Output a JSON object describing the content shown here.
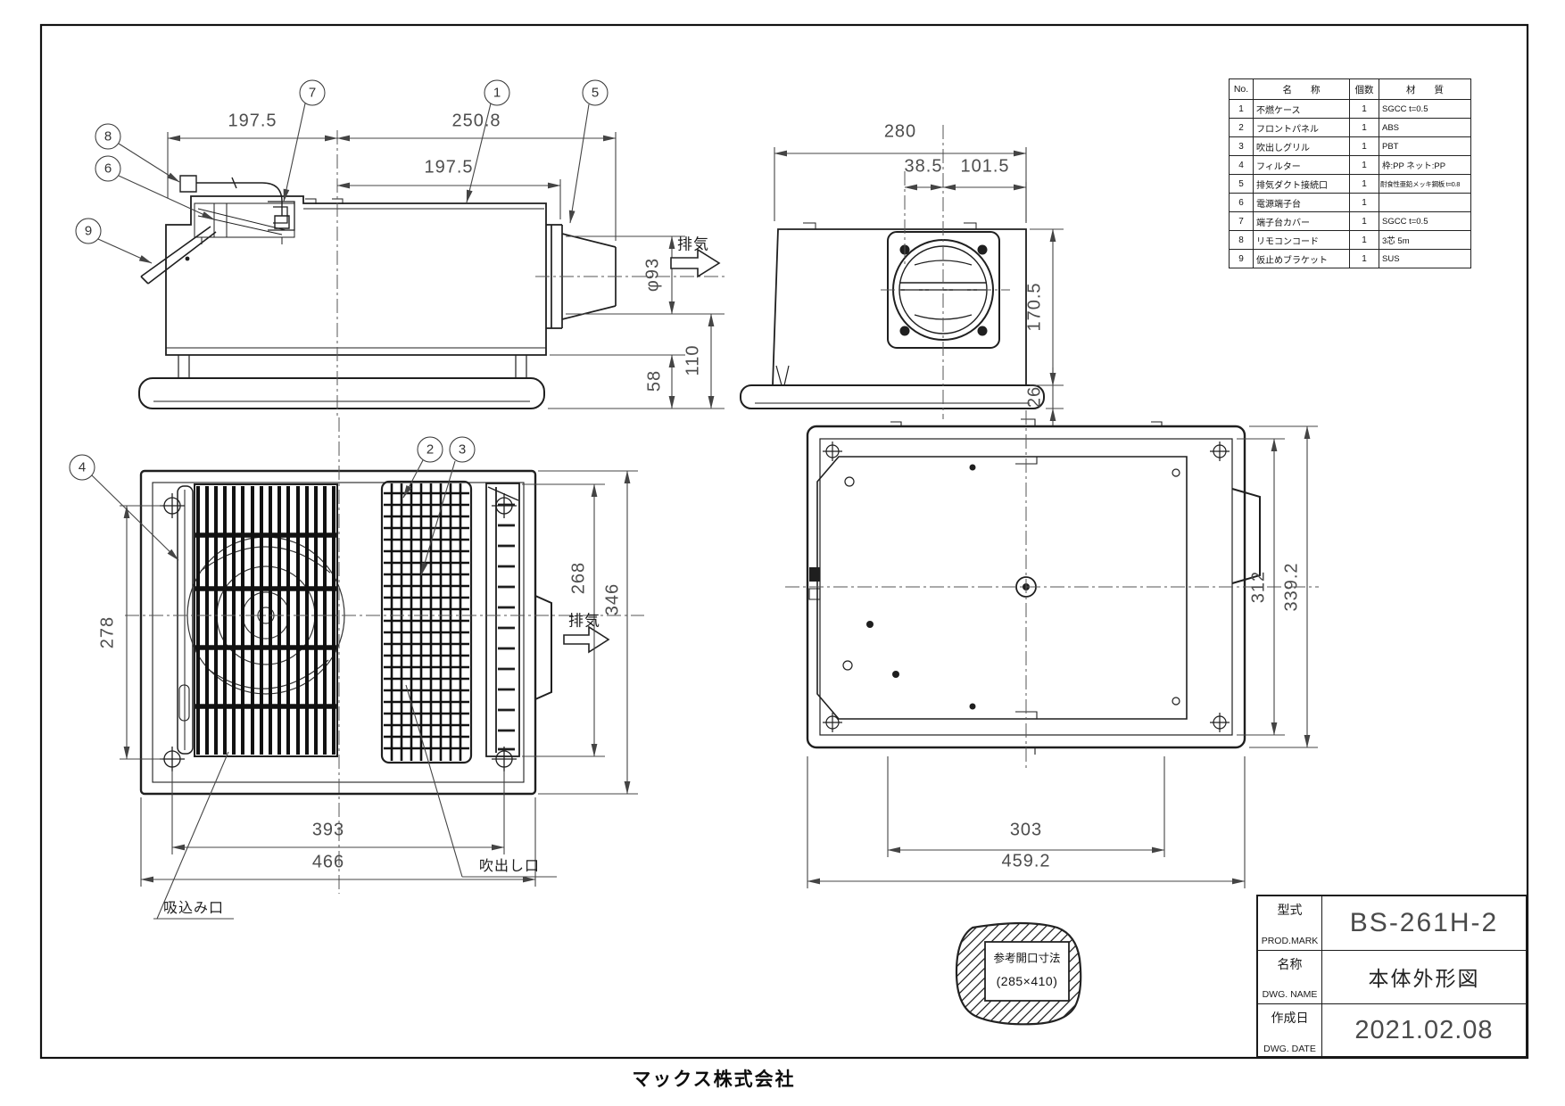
{
  "footer": {
    "company": "マックス株式会社"
  },
  "parts_table": {
    "headers": {
      "no": "No.",
      "name": "名　　称",
      "qty": "個数",
      "material": "材　　質"
    },
    "rows": [
      {
        "no": "1",
        "name": "不燃ケース",
        "qty": "1",
        "material": "SGCC  t=0.5"
      },
      {
        "no": "2",
        "name": "フロントパネル",
        "qty": "1",
        "material": "ABS"
      },
      {
        "no": "3",
        "name": "吹出しグリル",
        "qty": "1",
        "material": "PBT"
      },
      {
        "no": "4",
        "name": "フィルター",
        "qty": "1",
        "material": "枠:PP  ネット:PP"
      },
      {
        "no": "5",
        "name": "排気ダクト接続口",
        "qty": "1",
        "material": "耐食性亜鉛メッキ鋼板 t=0.8"
      },
      {
        "no": "6",
        "name": "電源端子台",
        "qty": "1",
        "material": ""
      },
      {
        "no": "7",
        "name": "端子台カバー",
        "qty": "1",
        "material": "SGCC  t=0.5"
      },
      {
        "no": "8",
        "name": "リモコンコード",
        "qty": "1",
        "material": "3芯 5m"
      },
      {
        "no": "9",
        "name": "仮止めブラケット",
        "qty": "1",
        "material": "SUS"
      }
    ]
  },
  "title_block": {
    "model_label_jp": "型式",
    "model_label_en": "PROD.MARK",
    "model_value": "BS-261H-2",
    "name_label_jp": "名称",
    "name_label_en": "DWG. NAME",
    "name_value": "本体外形図",
    "date_label_jp": "作成日",
    "date_label_en": "DWG. DATE",
    "date_value": "2021.02.08"
  },
  "side_view": {
    "dim_width_left": "197.5",
    "dim_width_right": "250.8",
    "dim_width_inner": "197.5",
    "dim_duct_dia": "φ93",
    "dim_duct_center": "110",
    "dim_duct_bottom": "58",
    "exhaust_label": "排気"
  },
  "end_view": {
    "dim_width": "280",
    "dim_duct_offset": "38.5",
    "dim_duct_right": "101.5",
    "dim_height": "170.5",
    "dim_panel_thickness": "26"
  },
  "bottom_view": {
    "dim_screw_pitch_v": "278",
    "dim_grille_height": "268",
    "dim_height": "346",
    "dim_screw_pitch_h": "393",
    "dim_width": "466",
    "outlet_label": "吹出し口",
    "intake_label": "吸込み口",
    "exhaust_label": "排気"
  },
  "top_view": {
    "dim_inner_height": "312",
    "dim_height": "339.2",
    "dim_screw_pitch": "303",
    "dim_width": "459.2"
  },
  "balloons": {
    "b1": "1",
    "b2": "2",
    "b3": "3",
    "b4": "4",
    "b5": "5",
    "b6": "6",
    "b7": "7",
    "b8": "8",
    "b9": "9"
  },
  "reference_opening": {
    "title": "参考開口寸法",
    "size": "(285×410)"
  }
}
